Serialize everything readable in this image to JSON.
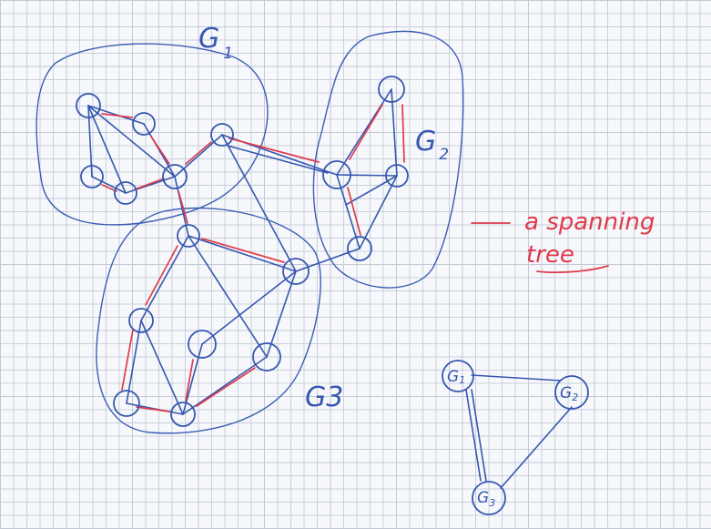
{
  "labels": {
    "g1": {
      "main": "G",
      "sub": "1"
    },
    "g2": {
      "main": "G",
      "sub": "2"
    },
    "g3": {
      "main": "G3"
    },
    "legend_line1": "a spanning",
    "legend_line2": "tree"
  },
  "summary_graph": {
    "nodes": [
      {
        "main": "G",
        "sub": "1"
      },
      {
        "main": "G",
        "sub": "2"
      },
      {
        "main": "G",
        "sub": "3"
      }
    ]
  },
  "colors": {
    "ink_blue": "#3557b0",
    "ink_red": "#e0394a",
    "grid": "#c9cfdb"
  }
}
